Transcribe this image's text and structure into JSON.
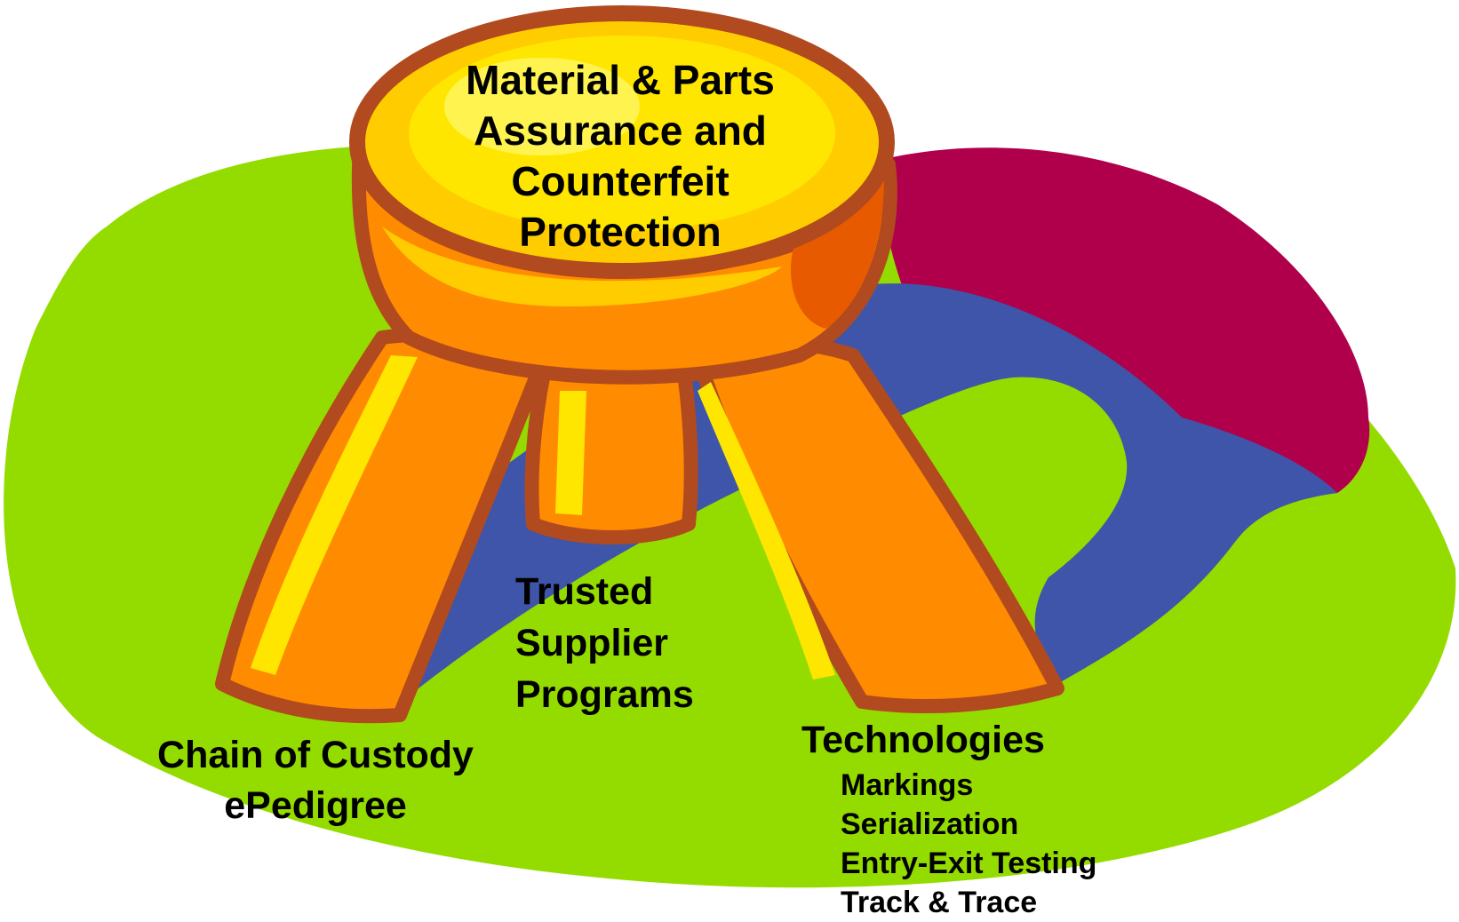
{
  "seat": {
    "lines": [
      "Material & Parts",
      "Assurance and",
      "Counterfeit",
      "Protection"
    ]
  },
  "legs": {
    "middle": {
      "lines": [
        "Trusted",
        "Supplier",
        "Programs"
      ]
    },
    "left": {
      "lines": [
        "Chain of Custody",
        "ePedigree"
      ]
    },
    "right": {
      "title": "Technologies",
      "items": [
        "Markings",
        "Serialization",
        "Entry-Exit Testing",
        "Track & Trace"
      ]
    }
  },
  "colors": {
    "background_blob": "#94dc00",
    "blue_band": "#3f55a9",
    "magenta_band": "#b0004c",
    "stool_orange": "#ff8c00",
    "stool_yellow": "#ffe600",
    "stool_outline": "#b14a1e"
  }
}
